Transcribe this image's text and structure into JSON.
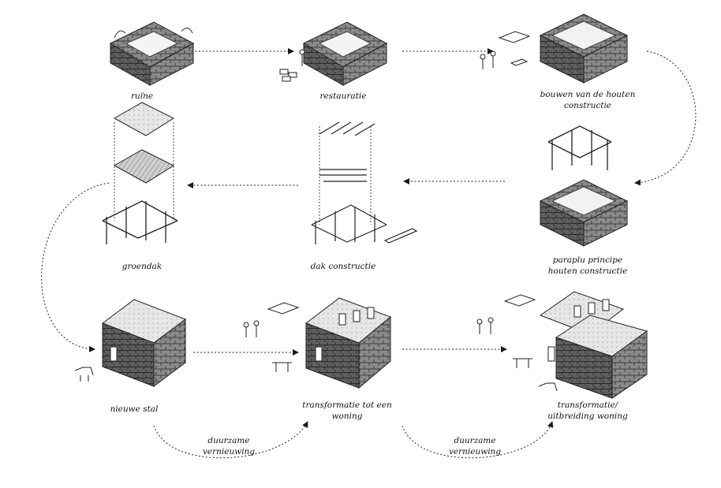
{
  "steps": {
    "ruine": {
      "label": "ruïne"
    },
    "restauratie": {
      "label": "restauratie"
    },
    "houten": {
      "line1": "bouwen van de houten",
      "line2": "constructie"
    },
    "paraplu": {
      "line1": "paraplu principe",
      "line2": "houten constructie"
    },
    "dak": {
      "label": "dak constructie"
    },
    "groendak": {
      "label": "groendak"
    },
    "stal": {
      "label": "nieuwe stal"
    },
    "woning": {
      "line1": "transformatie tot een",
      "line2": "woning"
    },
    "uitbreiding": {
      "line1": "transformatie/",
      "line2": "uitbreiding woning"
    }
  },
  "renewal": [
    {
      "line1": "duurzame",
      "line2": "vernieuwing"
    },
    {
      "line1": "duurzame",
      "line2": "vernieuwing"
    }
  ],
  "colors": {
    "ink": "#1a1a1a",
    "stone": "#6a6a6a",
    "roof": "#d9d9d9",
    "bg": "#ffffff"
  }
}
